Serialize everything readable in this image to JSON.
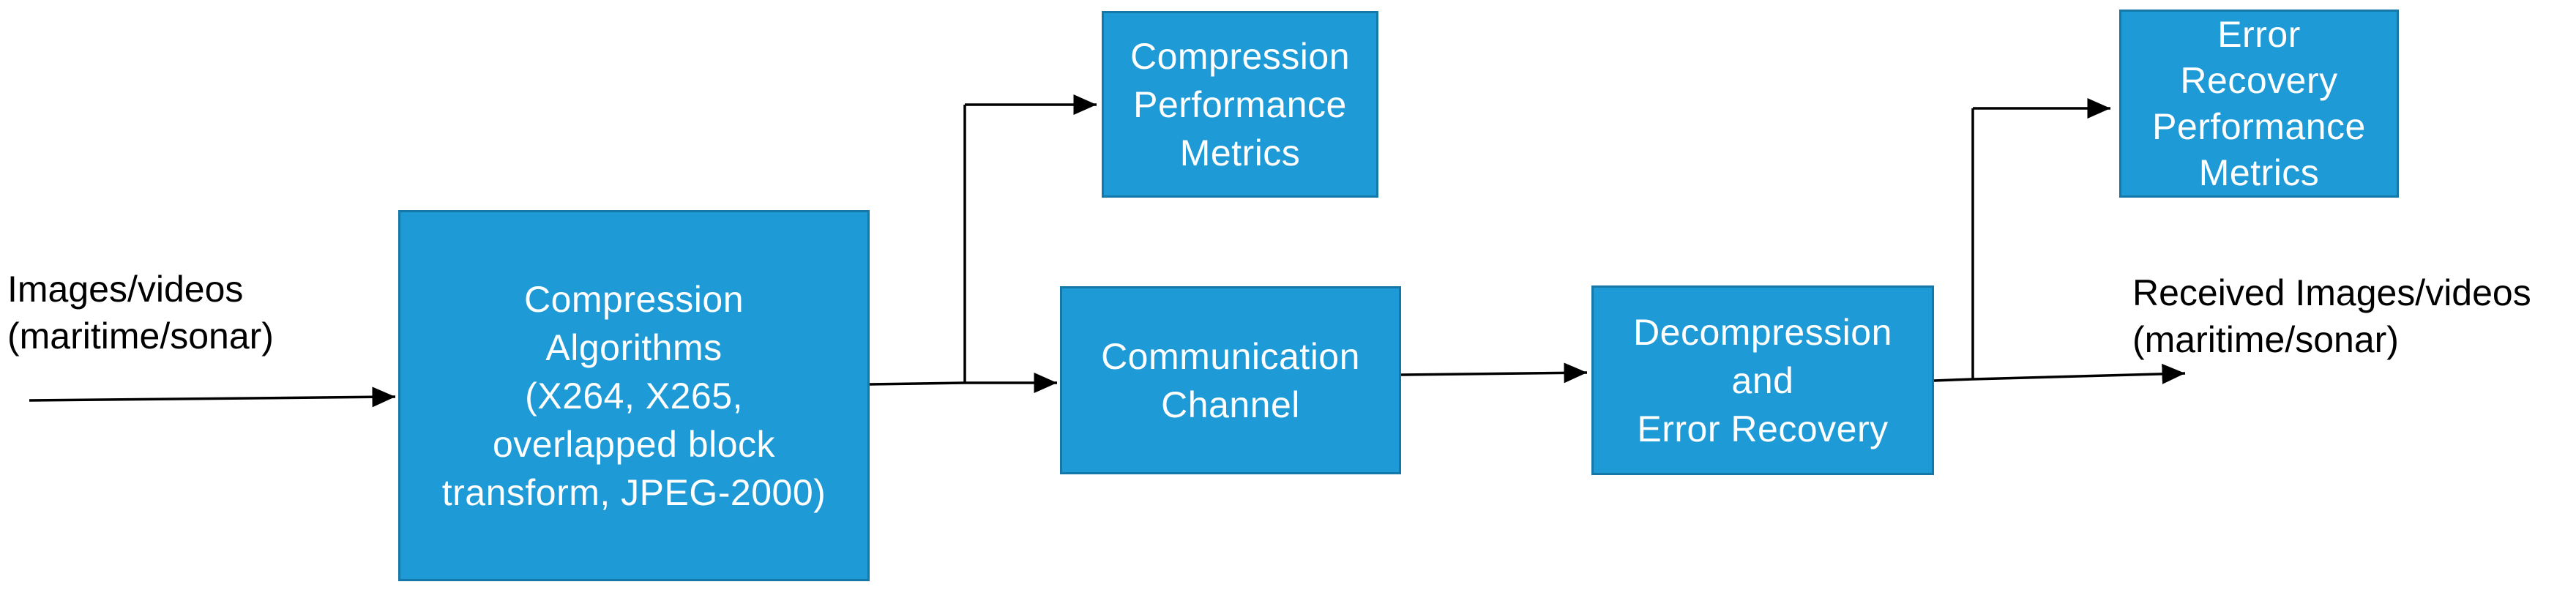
{
  "input": {
    "line1": "Images/videos",
    "line2": "(maritime/sonar)"
  },
  "output": {
    "line1": "Received Images/videos",
    "line2": "(maritime/sonar)"
  },
  "boxes": {
    "compression_algorithms": [
      "Compression",
      "Algorithms",
      "(X264, X265,",
      "overlapped block",
      "transform, JPEG-2000)"
    ],
    "compression_metrics": [
      "Compression",
      "Performance",
      "Metrics"
    ],
    "communication_channel": [
      "Communication",
      "Channel"
    ],
    "decompression": [
      "Decompression",
      "and",
      "Error Recovery"
    ],
    "error_metrics": [
      "Error",
      "Recovery",
      "Performance",
      "Metrics"
    ]
  },
  "colors": {
    "box_fill": "#1e9bd7",
    "box_border": "#1478a8",
    "box_text": "#ffffff",
    "arrow": "#000000"
  }
}
